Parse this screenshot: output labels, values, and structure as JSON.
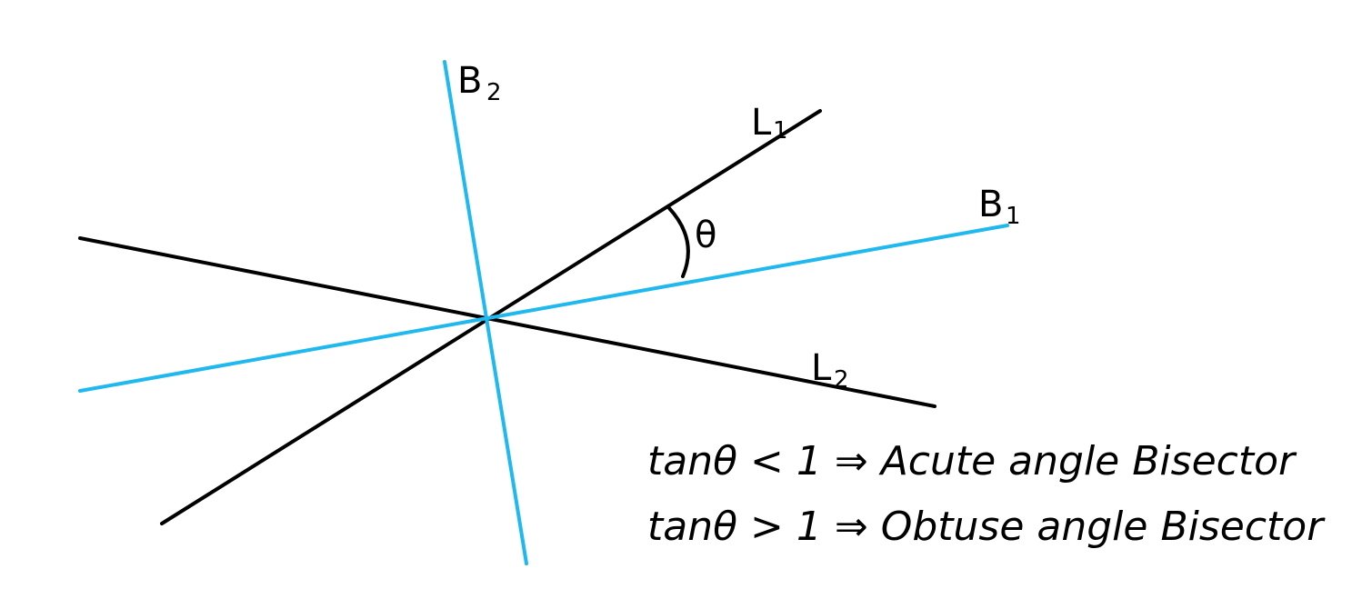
{
  "colors": {
    "lines": "#000000",
    "bisectors": "#1fb8ef",
    "background": "#ffffff"
  },
  "labels": {
    "l1_main": "L",
    "l1_sub": "1",
    "l2_main": "L",
    "l2_sub": "2",
    "b1_main": "B",
    "b1_sub": "1",
    "b2_main": "B",
    "b2_sub": "2",
    "theta": "θ"
  },
  "notes": {
    "acute": "tanθ < 1 ⇒ Acute angle Bisector",
    "obtuse": "tanθ > 1 ⇒ Obtuse angle Bisector"
  }
}
